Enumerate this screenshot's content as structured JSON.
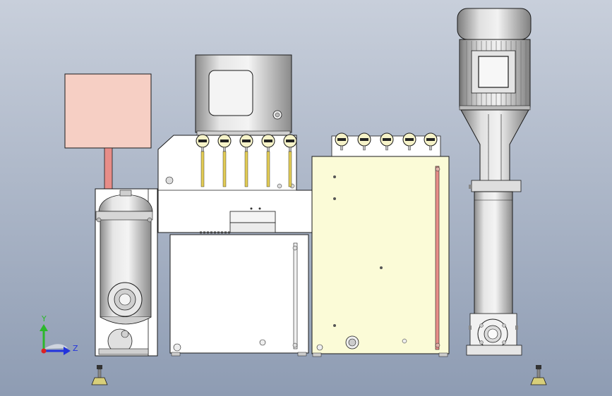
{
  "viewport": {
    "background_top": "#c8cfdb",
    "background_bottom": "#8e9cb3"
  },
  "triad": {
    "y_label": "Y",
    "z_label": "Z",
    "y_color": "#2bb82b",
    "z_color": "#2233dd",
    "x_color": "#dd2222"
  },
  "colors": {
    "pink_box": "#f6cfc4",
    "pink_pipe": "#e78d88",
    "cream_tank": "#fbfbd7",
    "steel": "#d9d9d9",
    "steel_dark": "#9a9a9a",
    "white": "#ffffff",
    "outline": "#1a1a1a",
    "gauge_face": "#f6f3c8",
    "rod_yellow": "#e2cc55",
    "rod_red": "#d88070",
    "foot": "#d8cf7a"
  },
  "components": [
    "sign-box",
    "pressure-vessel",
    "control-cabinet",
    "gauge-panel-left",
    "gauge-panel-right",
    "base-tank-left",
    "base-tank-right",
    "vertical-pump",
    "leveling-foot-left",
    "leveling-foot-right"
  ]
}
